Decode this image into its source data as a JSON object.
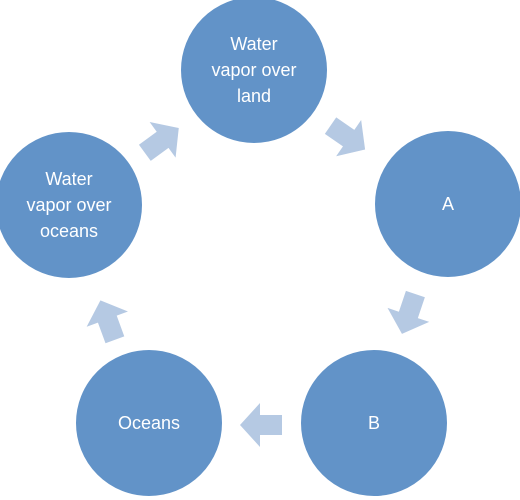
{
  "diagram": {
    "nodes": [
      {
        "id": "water-vapor-land",
        "lines": [
          "Water",
          "vapor over",
          "land"
        ]
      },
      {
        "id": "a",
        "lines": [
          "A"
        ]
      },
      {
        "id": "b",
        "lines": [
          "B"
        ]
      },
      {
        "id": "oceans",
        "lines": [
          "Oceans"
        ]
      },
      {
        "id": "water-vapor-oceans",
        "lines": [
          "Water",
          "vapor over",
          "oceans"
        ]
      }
    ],
    "arrows": [
      {
        "from": "water-vapor-land",
        "to": "a"
      },
      {
        "from": "a",
        "to": "b"
      },
      {
        "from": "b",
        "to": "oceans"
      },
      {
        "from": "oceans",
        "to": "water-vapor-oceans"
      },
      {
        "from": "water-vapor-oceans",
        "to": "water-vapor-land"
      }
    ],
    "colors": {
      "node_fill": "#6293c8",
      "node_stroke": "#ffffff",
      "node_text": "#ffffff",
      "arrow_fill": "#b5c9e3"
    }
  }
}
